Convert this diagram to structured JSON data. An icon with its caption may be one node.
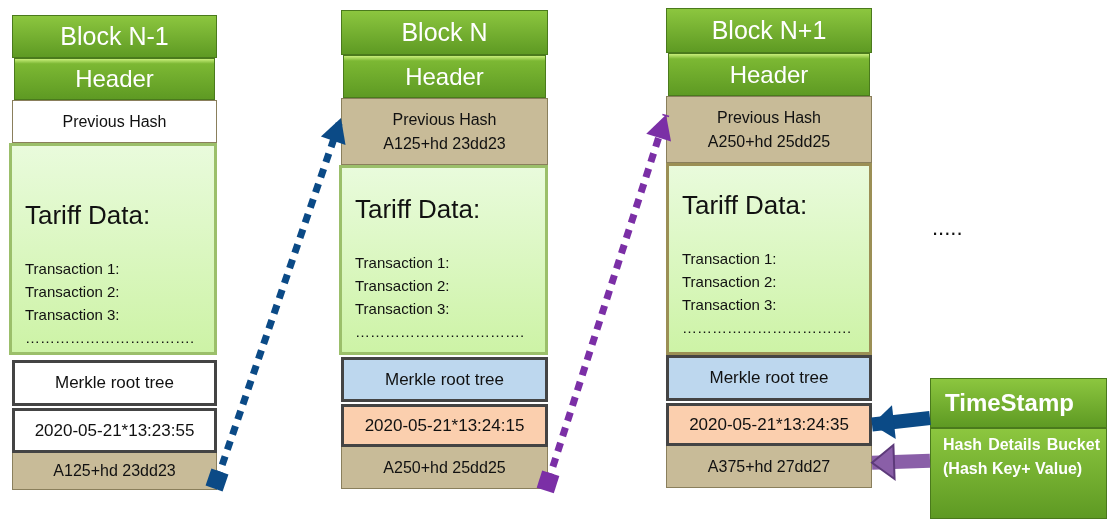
{
  "diagram": {
    "nodes": [
      {
        "text": [
          "Block N-1"
        ]
      },
      {
        "text": [
          "Header"
        ]
      },
      {
        "text": [
          "Previous Hash"
        ]
      },
      {
        "text": [
          "Tariff Data:",
          "Transaction 1:",
          "Transaction 2:",
          "Transaction 3:",
          "……………………………."
        ]
      },
      {
        "text": [
          "Merkle root tree"
        ]
      },
      {
        "text": [
          "2020-05-21*13:23:55"
        ]
      },
      {
        "text": [
          "A125+hd 23dd23"
        ]
      },
      {
        "text": [
          "Block N"
        ]
      },
      {
        "text": [
          "Header"
        ]
      },
      {
        "text": [
          "Previous Hash",
          "A125+hd 23dd23"
        ]
      },
      {
        "text": [
          "Tariff Data:",
          "Transaction 1:",
          "Transaction 2:",
          "Transaction 3:",
          "……………………………."
        ]
      },
      {
        "text": [
          "Merkle root tree"
        ]
      },
      {
        "text": [
          "2020-05-21*13:24:15"
        ]
      },
      {
        "text": [
          "A250+hd 25dd25"
        ]
      },
      {
        "text": [
          "Block N+1"
        ]
      },
      {
        "text": [
          "Header"
        ]
      },
      {
        "text": [
          "Previous Hash",
          "A250+hd 25dd25"
        ]
      },
      {
        "text": [
          "Tariff Data:",
          "Transaction 1:",
          "Transaction 2:",
          "Transaction 3:",
          "……………………………."
        ]
      },
      {
        "text": [
          "Merkle root tree"
        ]
      },
      {
        "text": [
          "2020-05-21*13:24:35"
        ]
      },
      {
        "text": [
          "A375+hd 27dd27"
        ]
      },
      {
        "text": [
          "TimeStamp"
        ]
      },
      {
        "text": [
          "Hash Details Bucket (Hash Key+ Value)"
        ]
      }
    ],
    "edges": [
      {
        "from": 6,
        "to": 9,
        "arrow": "to",
        "style": "dashed",
        "color": "#0b4a86"
      },
      {
        "from": 13,
        "to": 16,
        "arrow": "to",
        "style": "dashed",
        "color": "#7b2fa6"
      },
      {
        "from": 21,
        "to": 19,
        "arrow": "to",
        "style": "thick",
        "color": "#0b4a86"
      },
      {
        "from": 22,
        "to": 20,
        "arrow": "to",
        "style": "thick",
        "color": "#8a5fa8"
      }
    ],
    "labels": [
      "....."
    ]
  }
}
